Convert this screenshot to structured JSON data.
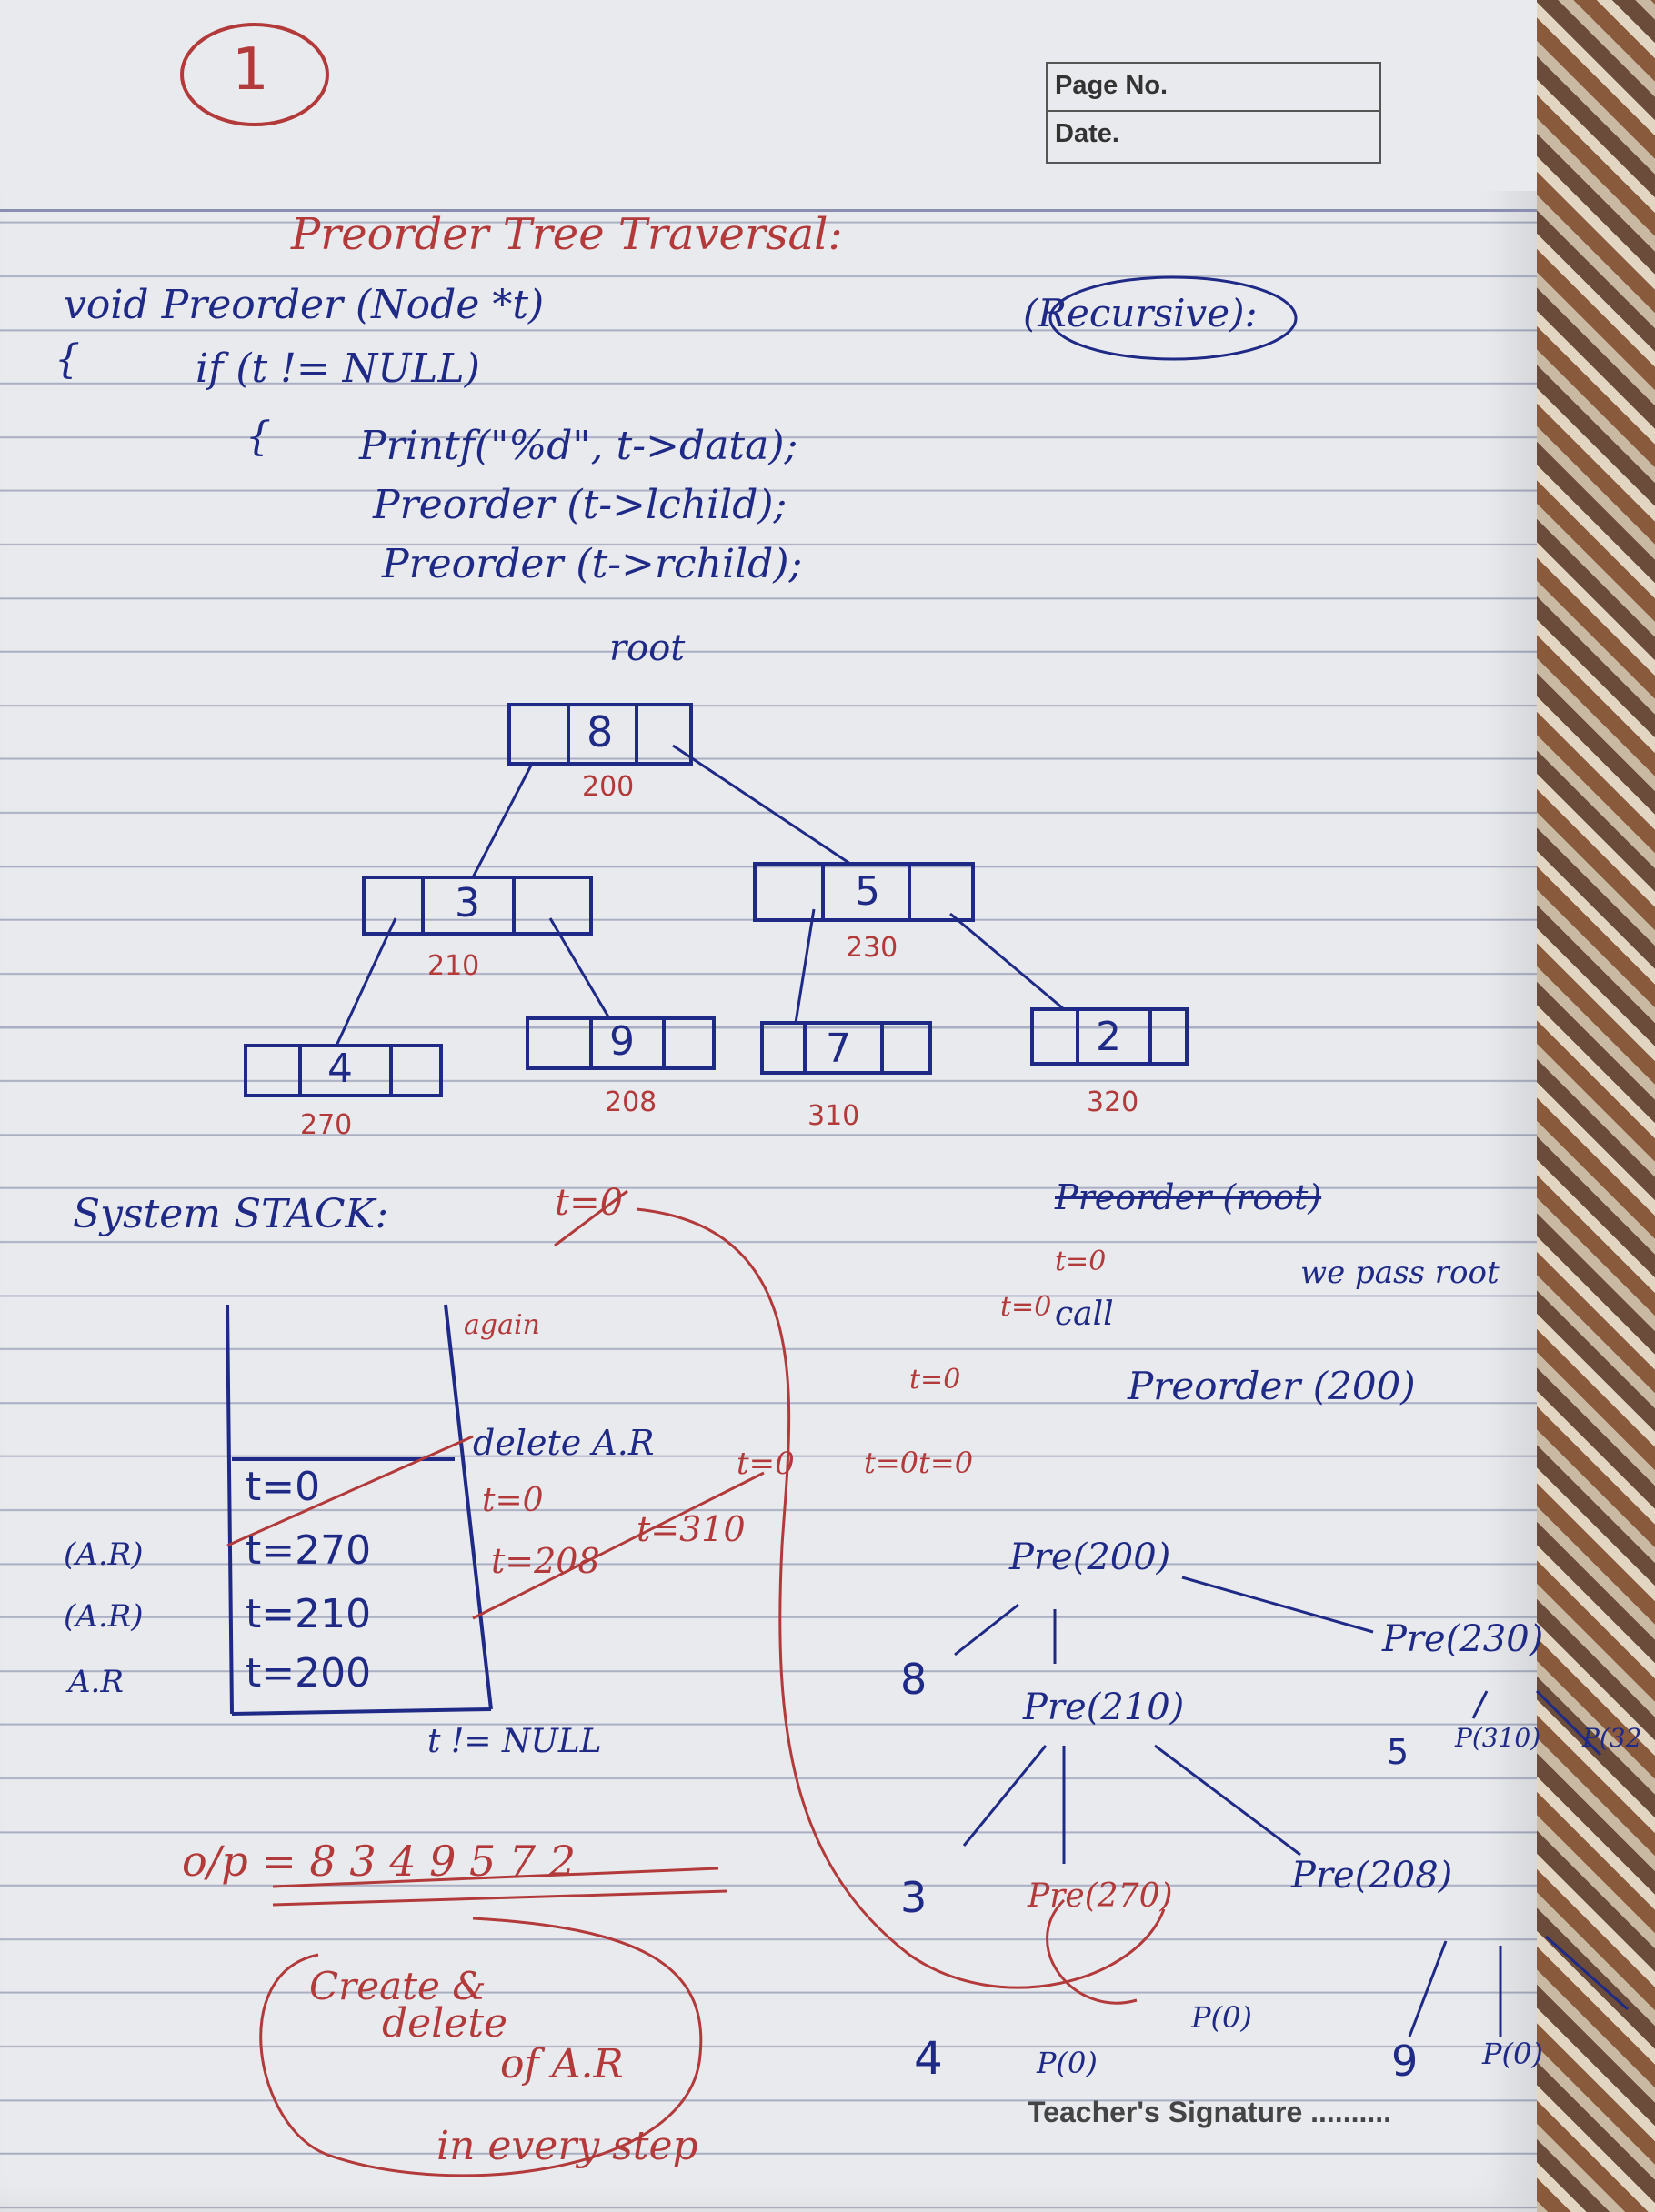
{
  "header": {
    "page_no_label": "Page No.",
    "date_label": "Date."
  },
  "circled_number": "1",
  "title": "Preorder Tree Traversal:",
  "recursive_label": "(Recursive):",
  "code": [
    "void Preorder (Node *t)",
    "{",
    "if (t != NULL)",
    "{",
    "Printf(\"%d\", t->data);",
    "Preorder (t->lchild);",
    "Preorder (t->rchild);"
  ],
  "tree": {
    "root_label": "root",
    "nodes": [
      {
        "value": "8",
        "addr": "200"
      },
      {
        "value": "3",
        "addr": "210"
      },
      {
        "value": "5",
        "addr": "230"
      },
      {
        "value": "4",
        "addr": "270"
      },
      {
        "value": "9",
        "addr": "208"
      },
      {
        "value": "7",
        "addr": "310"
      },
      {
        "value": "2",
        "addr": "320"
      }
    ]
  },
  "stack": {
    "label": "System STACK:",
    "frames": [
      "t=0",
      "t=270",
      "t=210",
      "t=200"
    ],
    "ar_labels": [
      "(A.R)",
      "(A.R)",
      "A.R"
    ],
    "notes": [
      "t=0",
      "again",
      "delete A.R",
      "t=0",
      "t=208",
      "t=310",
      "t=0"
    ],
    "condition": "t != NULL"
  },
  "call_notes": {
    "call1": "Preorder (root)",
    "call2": "call",
    "call3": "Preorder (200)",
    "pass_root": "we pass root",
    "t_vals": [
      "t=0",
      "t=0",
      "t=0",
      "t=0t=0"
    ]
  },
  "output": "o/p = 8 3 4 9 5 7 2",
  "red_note": [
    "Create &",
    "delete",
    "of A.R",
    "in every step"
  ],
  "call_tree": {
    "pre200": "Pre(200)",
    "pre210": "Pre(210)",
    "pre230": "Pre(230)",
    "pre270": "Pre(270)",
    "pre208": "Pre(208)",
    "p310": "P(310)",
    "p320": "P(32",
    "p0": "P(0)",
    "out": [
      "8",
      "3",
      "4",
      "5",
      "9"
    ]
  },
  "footer": {
    "signature_label": "Teacher's Signature .........."
  }
}
